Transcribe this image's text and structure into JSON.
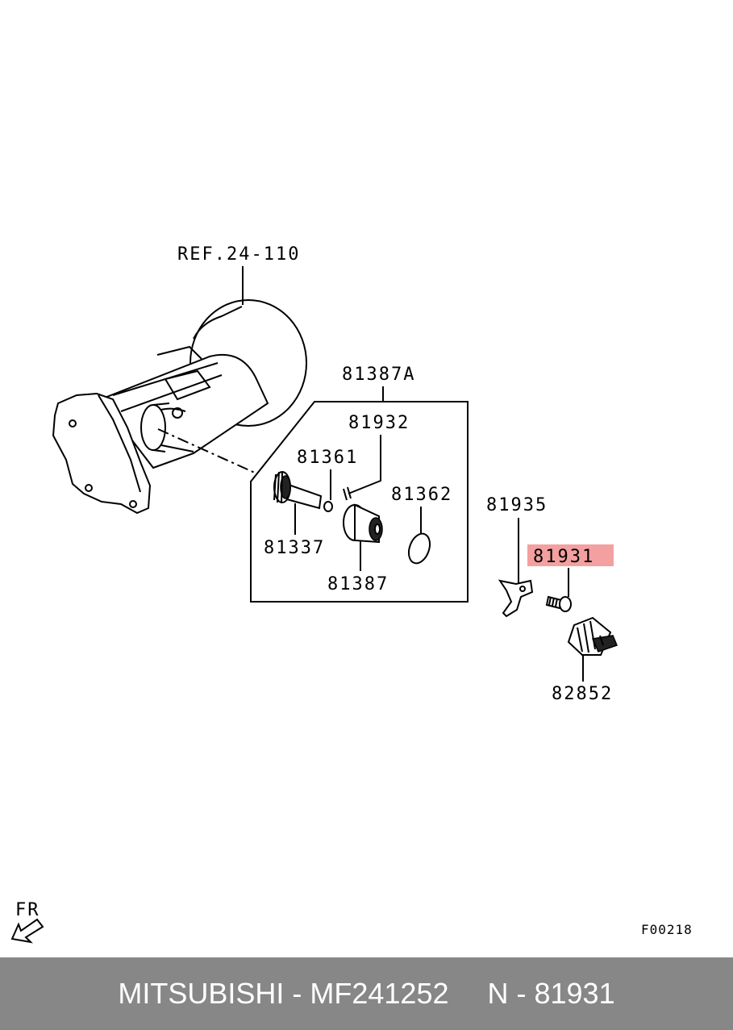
{
  "labels": {
    "ref": "REF.24-110",
    "assembly": "81387A",
    "p81932": "81932",
    "p81361": "81361",
    "p81362": "81362",
    "p81337": "81337",
    "p81387": "81387",
    "p81935": "81935",
    "p81931": "81931",
    "p82852": "82852",
    "fr": "FR",
    "figure_code": "F00218"
  },
  "highlight": {
    "part": "81931",
    "color": "#f4a0a0"
  },
  "footer": {
    "part_info": "MITSUBISHI - MF241252",
    "ref_info": "N - 81931",
    "background": "#878787"
  }
}
